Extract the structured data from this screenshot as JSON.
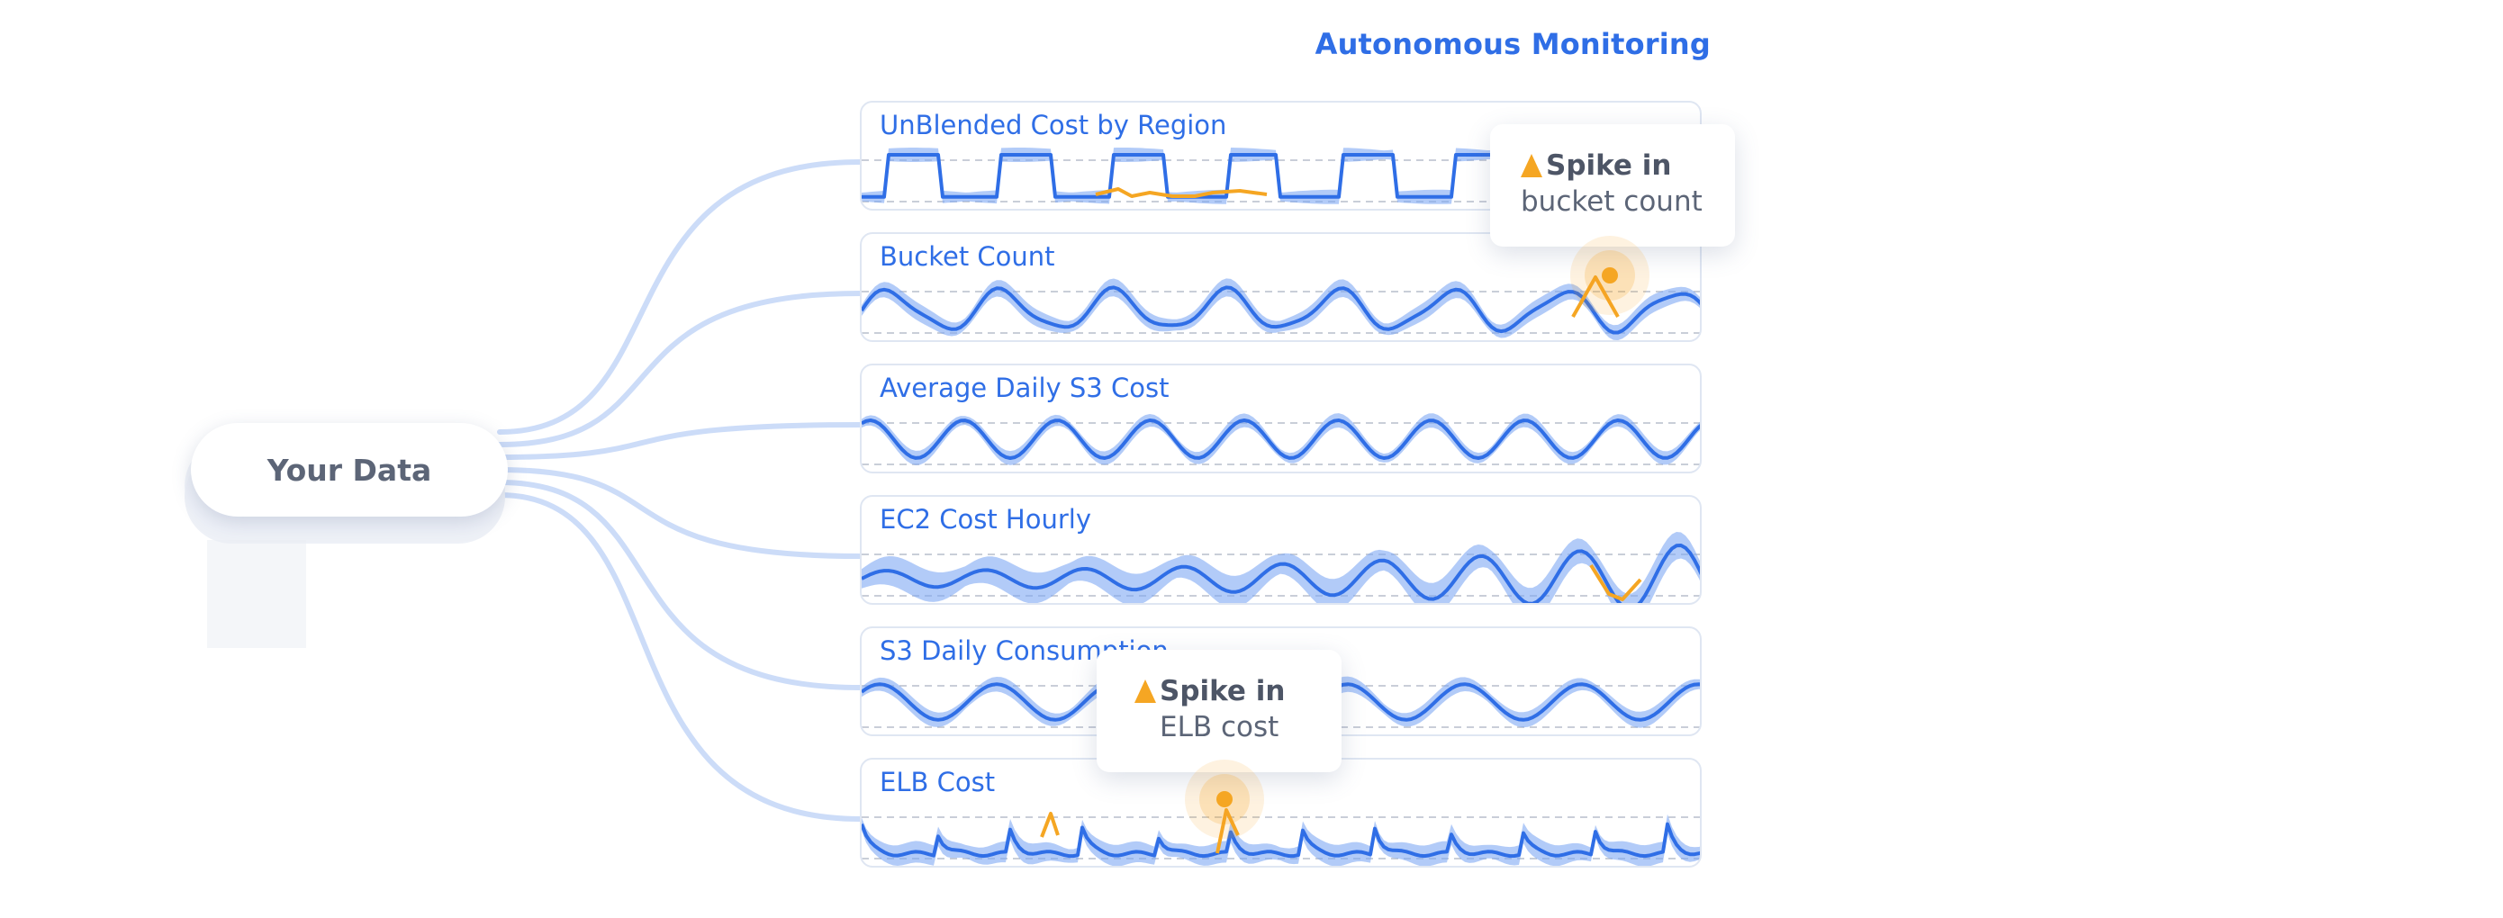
{
  "header": {
    "title": "Autonomous Monitoring"
  },
  "source": {
    "label": "Your Data"
  },
  "panels": [
    {
      "id": "unblended-cost-by-region",
      "label": "UnBlended Cost by Region"
    },
    {
      "id": "bucket-count",
      "label": "Bucket Count"
    },
    {
      "id": "average-daily-s3-cost",
      "label": "Average Daily S3 Cost"
    },
    {
      "id": "ec2-cost-hourly",
      "label": "EC2 Cost Hourly"
    },
    {
      "id": "s3-daily-consumption",
      "label": "S3 Daily Consumption"
    },
    {
      "id": "elb-cost",
      "label": "ELB Cost"
    }
  ],
  "callouts": [
    {
      "id": "bucket-count",
      "line1": "Spike in",
      "line2": "bucket count"
    },
    {
      "id": "elb-cost",
      "line1": "Spike in",
      "line2": "ELB cost"
    }
  ],
  "colors": {
    "accent": "#2f6ee6",
    "band": "#7ea9f3",
    "anomaly": "#f5a623",
    "connector": "#c7d8f7",
    "text_dark": "#4d5566"
  },
  "icons": {
    "warning": "warning-triangle-icon"
  }
}
